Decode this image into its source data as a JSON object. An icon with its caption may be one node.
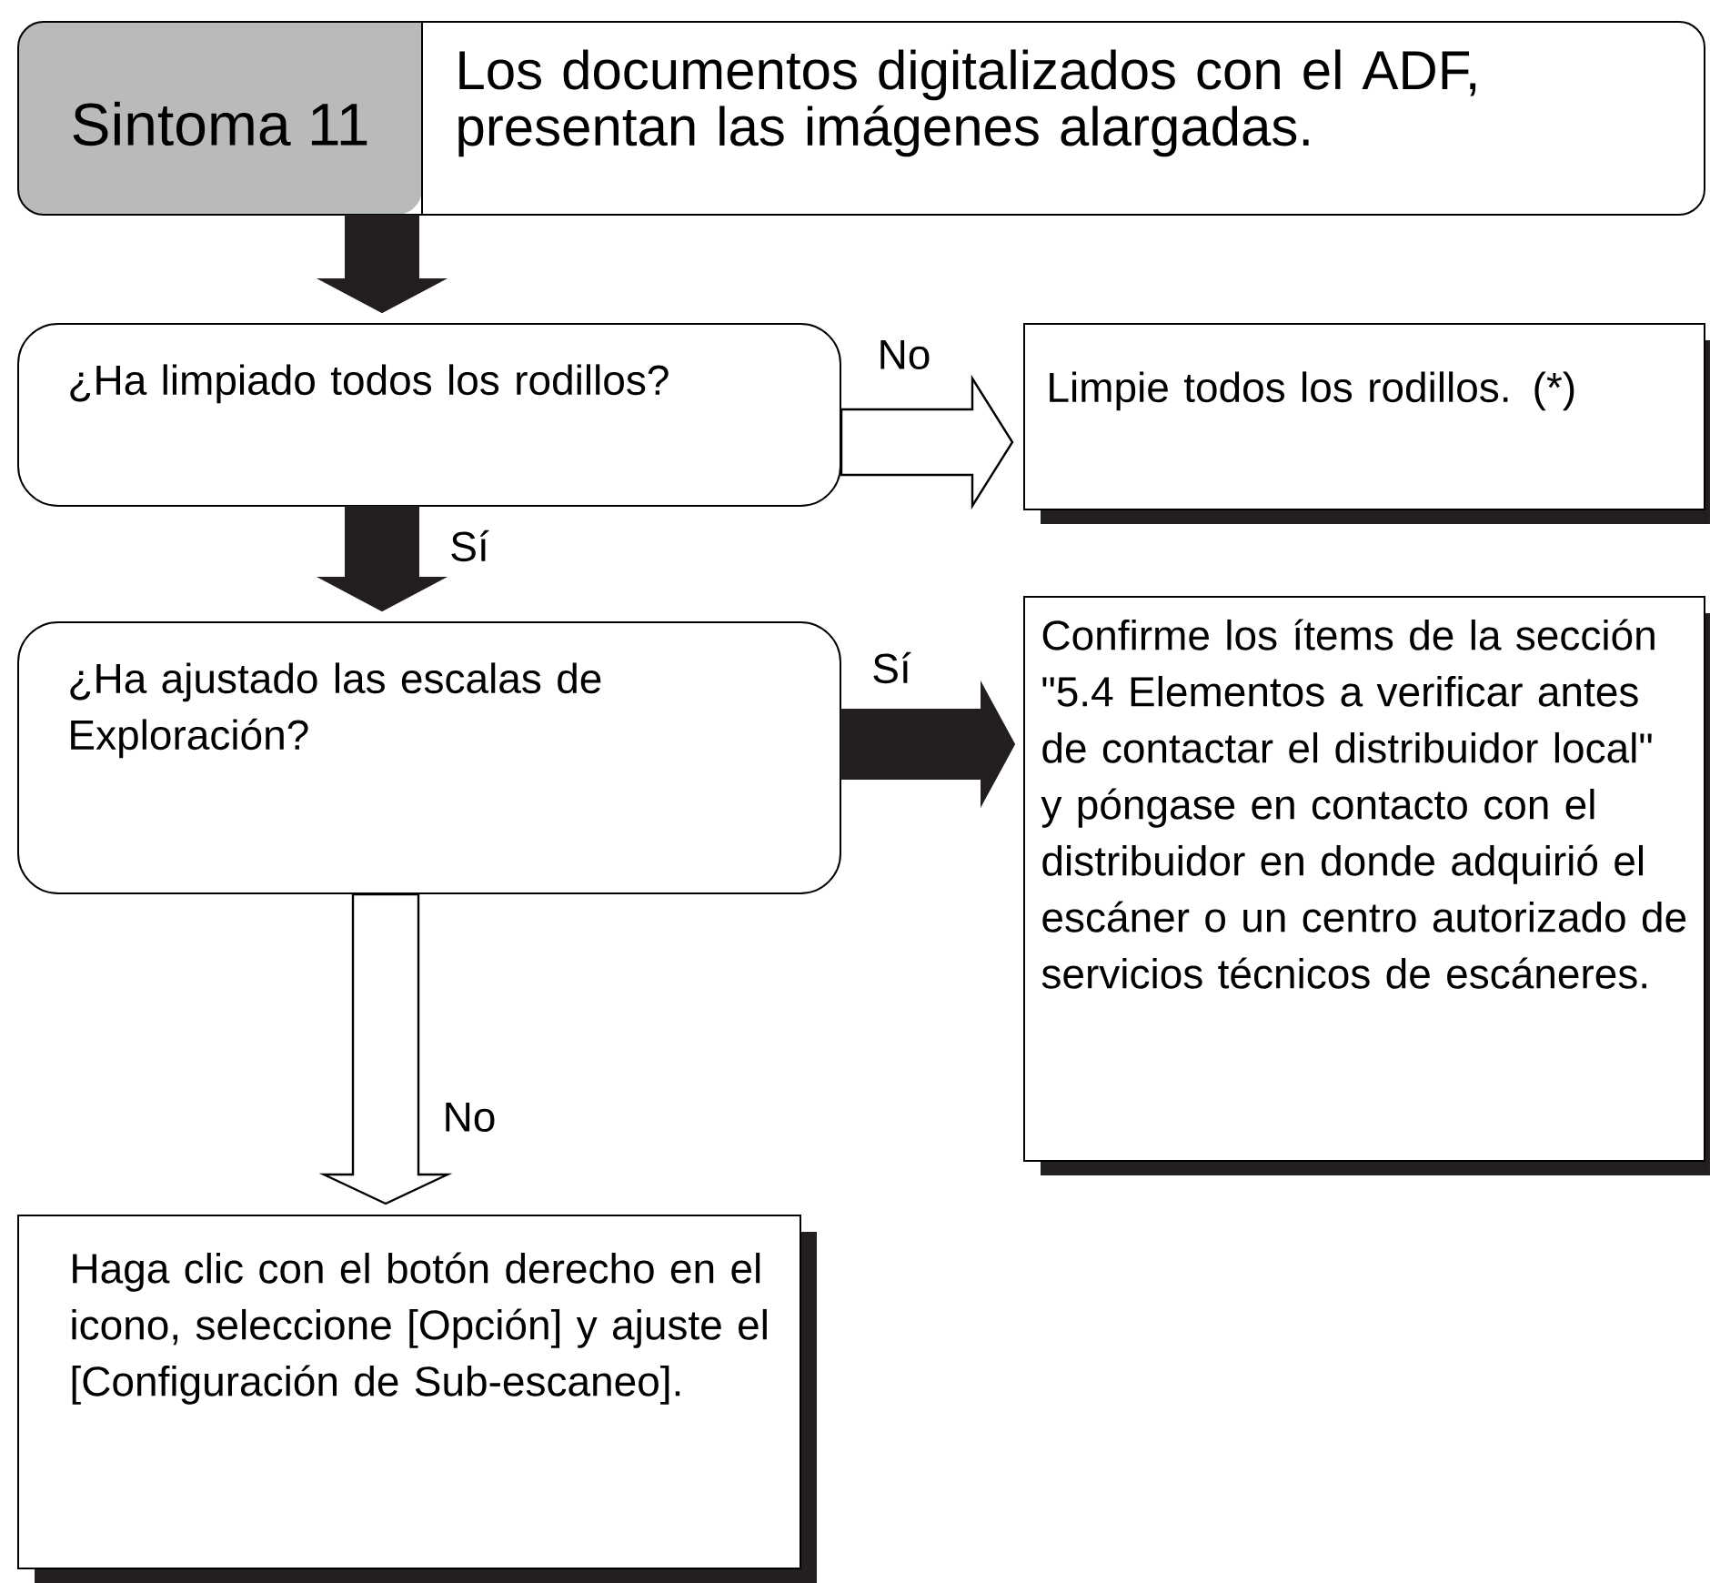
{
  "diagram": {
    "nodes": [
      {
        "text": [
          "Sintoma 11",
          "Los documentos digitalizados con el ADF, presentan las imágenes alargadas."
        ]
      },
      {
        "text": [
          "¿Ha limpiado todos los rodillos?"
        ]
      },
      {
        "text": [
          "Limpie todos los rodillos. (*)"
        ]
      },
      {
        "text": [
          "¿Ha ajustado las  escalas de Exploración?"
        ]
      },
      {
        "text": [
          "Confirme los ítems de la sección \"5.4 Elementos a verificar antes de contactar el distribuidor local\" y póngase en contacto con el distribuidor en donde adquirió el escáner o un centro autorizado de servicios técnicos de escáneres."
        ]
      },
      {
        "text": [
          "Haga clic con el botón derecho en el icono, seleccione [Opción] y ajuste el [Configuración de Sub-escaneo]."
        ]
      }
    ],
    "edges": [
      {
        "from": 0,
        "to": 1,
        "arrow": "to",
        "style": "thick"
      },
      {
        "from": 1,
        "to": 2,
        "arrow": "to",
        "label": "No"
      },
      {
        "from": 1,
        "to": 3,
        "arrow": "to",
        "label": "Sí",
        "style": "thick"
      },
      {
        "from": 3,
        "to": 4,
        "arrow": "to",
        "label": "Sí",
        "style": "thick"
      },
      {
        "from": 3,
        "to": 5,
        "arrow": "to",
        "label": "No"
      }
    ]
  }
}
